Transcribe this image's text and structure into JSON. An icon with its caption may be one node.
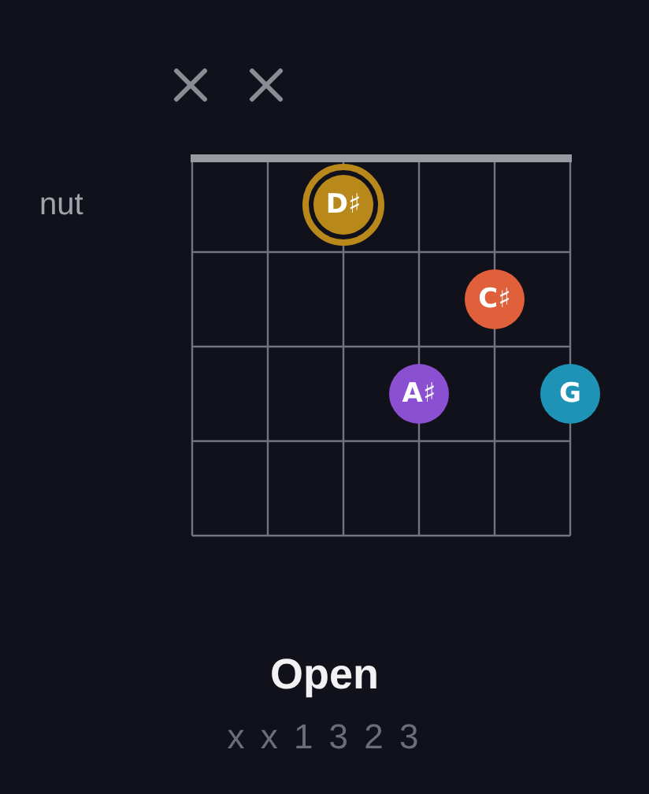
{
  "diagram": {
    "title": "Open",
    "nodes": [
      {
        "text": [
          "D♯"
        ]
      },
      {
        "text": [
          "C♯"
        ]
      },
      {
        "text": [
          "A♯"
        ]
      },
      {
        "text": [
          "G"
        ]
      }
    ],
    "labels": [
      "nut",
      "x x 1 3 2 3"
    ]
  }
}
